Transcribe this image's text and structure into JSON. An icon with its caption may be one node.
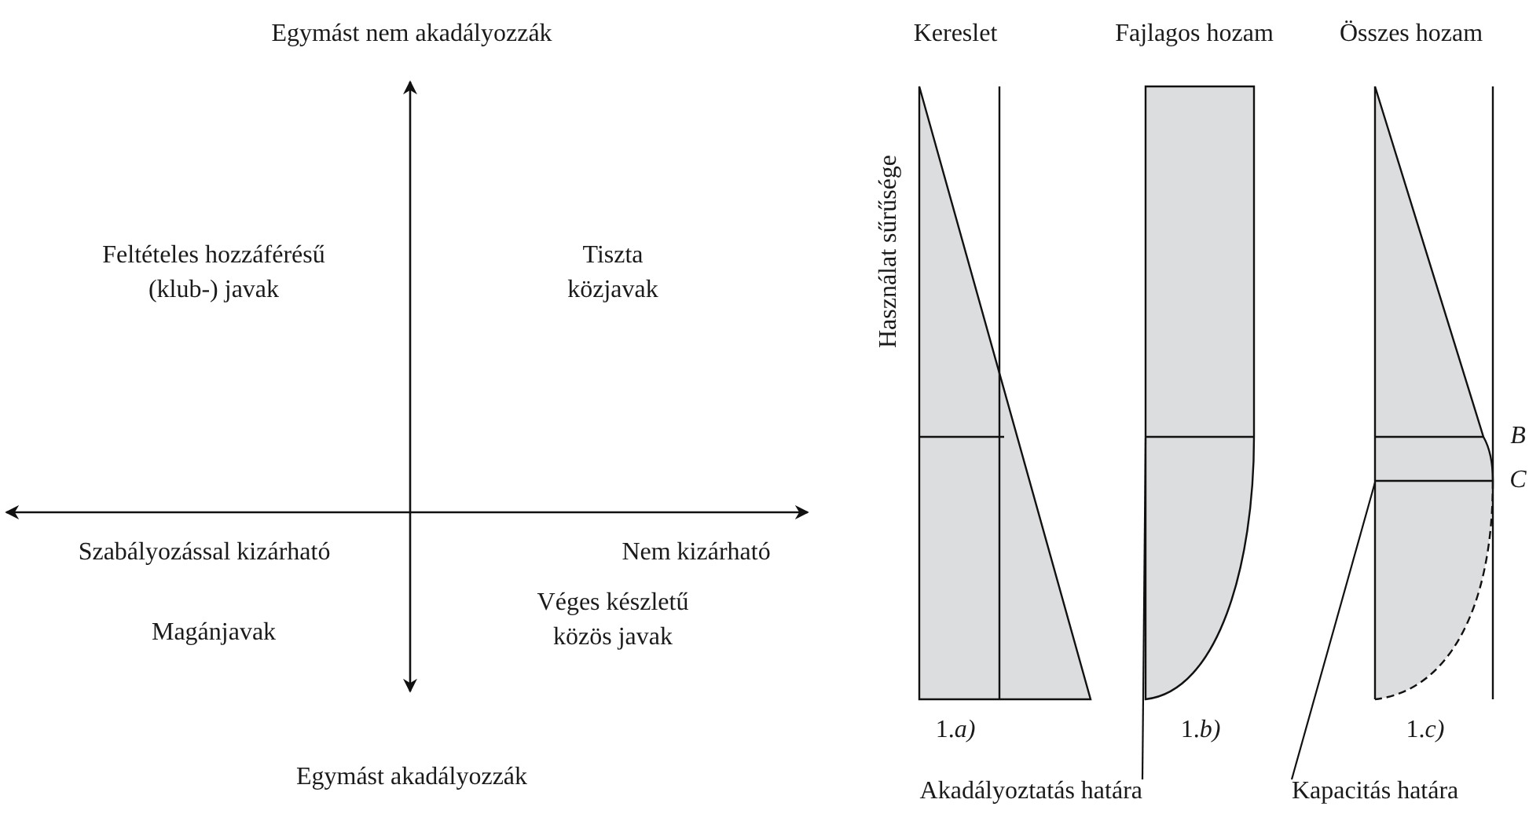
{
  "diagram": {
    "nodes": [
      {
        "text": [
          "Akadályoztatás határa"
        ]
      },
      {
        "text": [
          "Kapacitás határa"
        ]
      },
      {
        "text": [],
        "shape": "picture"
      },
      {
        "text": [],
        "shape": "picture"
      },
      {
        "text": [],
        "shape": "picture"
      }
    ],
    "edges": [
      {
        "from": 0,
        "to": 3,
        "arrow": "none"
      },
      {
        "from": 1,
        "to": 4,
        "arrow": "none"
      }
    ],
    "labels": [
      "Egymást nem akadályozzák",
      "Kereslet",
      "Fajlagos hozam",
      "Összes hozam",
      "Használat sűrűsége",
      "Feltételes hozzáférésű (klub-) javak",
      "Tiszta közjavak",
      "B",
      "Szabályozással kizárható",
      "Nem kizárható",
      "C",
      "Magánjavak",
      "Véges készletű közös javak",
      "Egymást akadályozzák",
      "1.*a)*",
      "1.*b)*",
      "1.*c)*"
    ]
  }
}
